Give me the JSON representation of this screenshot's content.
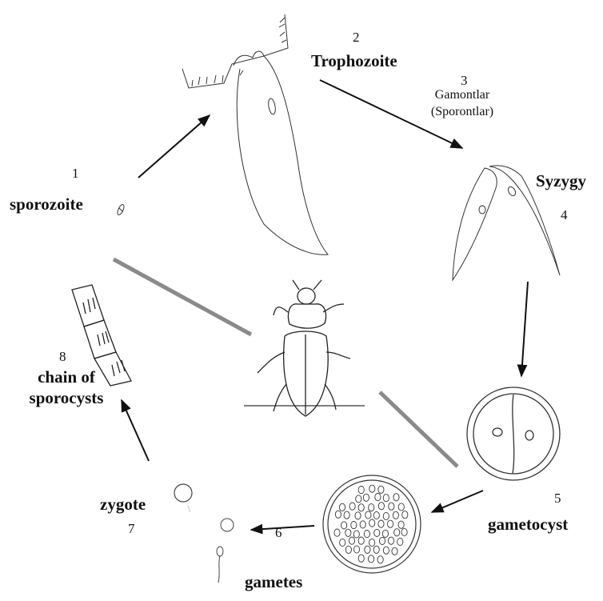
{
  "stages": [
    {
      "id": "sporozoite",
      "number": "1",
      "name": "sporozoite"
    },
    {
      "id": "trophozoite",
      "number": "2",
      "name": "Trophozoite"
    },
    {
      "id": "gamontlar",
      "number": "3",
      "line1": "Gamontlar",
      "line2": "(Sporontlar)"
    },
    {
      "id": "syzygy",
      "number": "4",
      "name": "Syzygy"
    },
    {
      "id": "gametocyst",
      "number": "5",
      "name": "gametocyst"
    },
    {
      "id": "gametes",
      "number": "6",
      "name": "gametes"
    },
    {
      "id": "zygote",
      "number": "7",
      "name": "zygote"
    },
    {
      "id": "sporocysts",
      "number": "8",
      "line1": "chain of",
      "line2": "sporocysts"
    }
  ],
  "colors": {
    "ink": "#111111",
    "thick_line": "#8a8a8a"
  }
}
